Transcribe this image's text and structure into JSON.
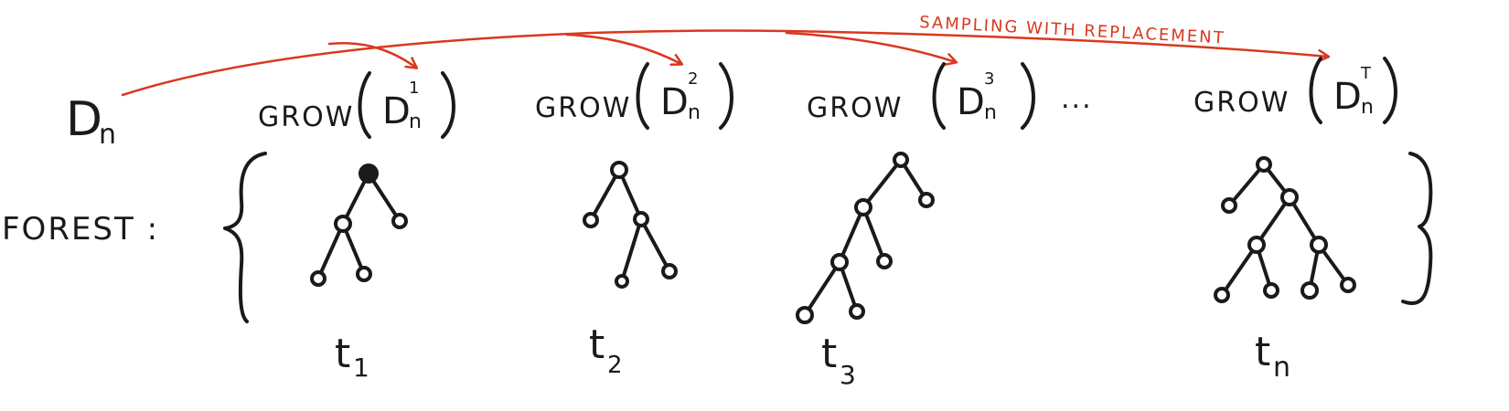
{
  "dataset_label": "D",
  "dataset_sub": "n",
  "sampling_label": "SAMPLING WITH REPLACEMENT",
  "forest_label": "FOREST :",
  "ellipsis": "...",
  "grow_prefix": "GROW",
  "grow_terms": [
    {
      "base": "D",
      "sup": "1",
      "sub": "n"
    },
    {
      "base": "D",
      "sup": "2",
      "sub": "n"
    },
    {
      "base": "D",
      "sup": "3",
      "sub": "n"
    },
    {
      "base": "D",
      "sup": "T",
      "sub": "n"
    }
  ],
  "trees": [
    {
      "base": "t",
      "sub": "1"
    },
    {
      "base": "t",
      "sub": "2"
    },
    {
      "base": "t",
      "sub": "3"
    },
    {
      "base": "t",
      "sub": "n"
    }
  ],
  "colors": {
    "ink": "#1a1a1a",
    "accent": "#d9381e"
  }
}
